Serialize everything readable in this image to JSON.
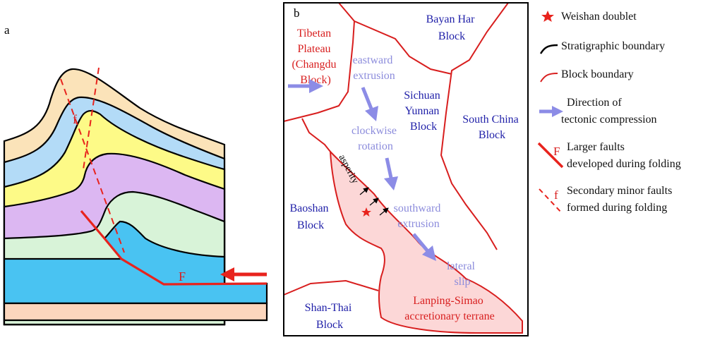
{
  "panel_a": {
    "label": "a",
    "fault_major_label": "F",
    "fault_minor_label": "f"
  },
  "panel_b": {
    "label": "b",
    "blocks": {
      "bayan_har": [
        "Bayan Har",
        "Block"
      ],
      "tibetan": [
        "Tibetan",
        "Plateau",
        "(Changdu",
        "Block)"
      ],
      "sichuan": [
        "Sichuan",
        "Yunnan",
        "Block"
      ],
      "south_china": [
        "South China",
        "Block"
      ],
      "baoshan": [
        "Baoshan",
        "Block"
      ],
      "shan_thai": [
        "Shan-Thai",
        "Block"
      ],
      "lanping": [
        "Lanping-Simao",
        "accretionary terrane"
      ]
    },
    "processes": {
      "eastward": [
        "eastward",
        "extrusion"
      ],
      "clockwise": [
        "clockwise",
        "rotation"
      ],
      "southward": [
        "southward",
        "extrusion"
      ],
      "lateral": [
        "lateral",
        "slip"
      ]
    },
    "asperity": "asperity"
  },
  "legend": {
    "items": [
      {
        "key": "star",
        "lines": [
          "Weishan doublet"
        ]
      },
      {
        "key": "strat",
        "lines": [
          "Stratigraphic boundary"
        ]
      },
      {
        "key": "block",
        "lines": [
          "Block boundary"
        ]
      },
      {
        "key": "arrow",
        "lines": [
          "Direction of",
          "tectonic compression"
        ]
      },
      {
        "key": "F",
        "symbol": "F",
        "lines": [
          "Larger faults",
          "developed during folding"
        ]
      },
      {
        "key": "f",
        "symbol": "f",
        "lines": [
          "Secondary minor faults",
          "formed during folding"
        ]
      }
    ]
  },
  "colors": {
    "layer_tan": "#fbe3b9",
    "layer_lightblue": "#b3dbf7",
    "layer_yellow": "#fdfa87",
    "layer_purple": "#dcb7f2",
    "layer_mint": "#d8f3d8",
    "layer_blue": "#49c3f2",
    "layer_base": "#fcd6bd",
    "block_boundary": "#d81e1e",
    "terrane_fill": "#fcd7d7",
    "process_arrow": "#8c8ce6",
    "block_text": "#1f1fa8"
  }
}
